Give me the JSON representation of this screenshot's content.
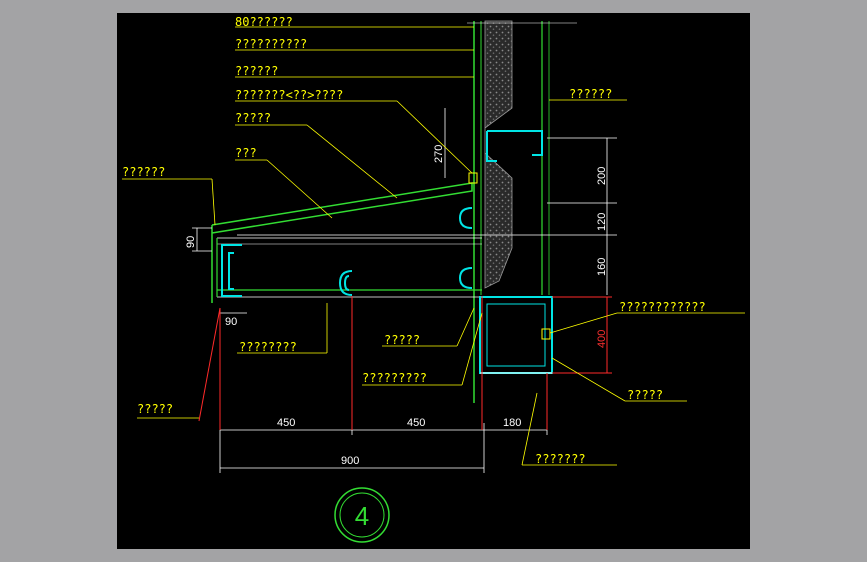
{
  "labels": [
    "80??????",
    "??????????",
    "??????",
    "???????<??>????",
    "?????",
    "???",
    "??????",
    "??????",
    "????????",
    "?????",
    "?????????",
    "?????",
    "????????????",
    "?????",
    "???????"
  ],
  "dimensions": {
    "d270": "270",
    "d200": "200",
    "d120": "120",
    "d160": "160",
    "d90v": "90",
    "d90h": "90",
    "d400": "400",
    "d450a": "450",
    "d450b": "450",
    "d180": "180",
    "d900": "900"
  },
  "detail_number": "4",
  "colors": {
    "background": "#000000",
    "frame": "#a3a3a5",
    "label": "#ffff00",
    "profile": "#00e5e5",
    "outline": "#33dd33",
    "dimension": "#ffffff",
    "dimension_red": "#ff2a2a",
    "insulation": "#707070"
  }
}
